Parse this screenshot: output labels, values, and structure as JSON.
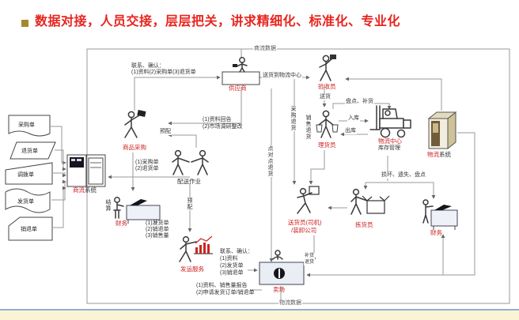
{
  "title": {
    "text": "数据对接，人员交接，层层把关，讲求精细化、标准化、专业化"
  },
  "colors": {
    "title_red": "#e8251f",
    "bullet_gold": "#a6892c",
    "role_label_red": "#cf1f1f",
    "line_gray": "#999999",
    "footer_blue": "#8fb2d6",
    "footer_cream": "#fbf3d5"
  },
  "border": {
    "top_label": "商流数据",
    "bottom_label": "物流数据"
  },
  "documents": [
    "采购单",
    "退货单",
    "调拨单",
    "发货单",
    "销退单"
  ],
  "nodes": {
    "pos_system_red": "商流",
    "pos_system_rest": "系统",
    "supplier": "供应商",
    "inspector": "验收员",
    "stock_clerk": "理货员",
    "logistics_center_red": "物流中心",
    "logistics_center_rest": "库存管理",
    "logistics_system_red": "物流",
    "logistics_system_rest": "系统",
    "goods_purchase": "商品采购",
    "dispatch_work": "配送作业",
    "finance_left": "财务",
    "shipping_service": "发运服务",
    "store": "卖场",
    "delivery_driver_line1": "送货员(司机)",
    "delivery_driver_line2": "/装卸公司",
    "picker": "拣货员",
    "finance_right": "财务"
  },
  "edge_labels": {
    "contact_top_1": "联系、确认：",
    "contact_top_2": "(1)资料(2)采购单(3)退货单",
    "sell_to_center": "送货到物流中心",
    "delivery": "送货",
    "check_replenish": "盘点、补货",
    "inbound": "入库",
    "outbound": "出库",
    "purchase_return": "采购退货",
    "p2p_return": "点对点退货",
    "sales_return": "销售退货",
    "data_report": "(1)资料回告",
    "market_research": "(2)市场调研整改",
    "pre_allocate_h": "预配",
    "pre_allocate_v": "预配",
    "po_list_1": "(1)采购单",
    "po_list_2": "(2)退货单",
    "fin_list_1": "(1)发货单",
    "fin_list_2": "(2)销退单",
    "fin_list_3": "(3)销售量",
    "contact_bot_1": "联系、确认：",
    "contact_bot_2": "(1)资料",
    "contact_bot_3": "(2)发货单",
    "contact_bot_4": "(3)销退单",
    "store_report_1": "(1)资料、销售量报告",
    "store_report_2": "(2)申请发货订单/销退单",
    "damage_loss": "损坏、遗失、盘点",
    "replenish": "补货",
    "return_goods": "退货",
    "settle": "结算"
  }
}
